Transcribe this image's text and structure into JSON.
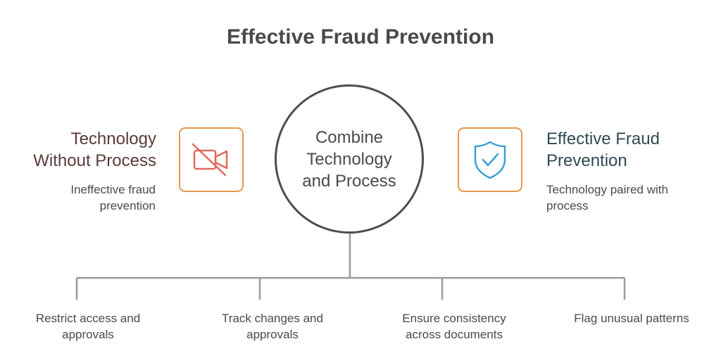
{
  "title": "Effective Fraud Prevention",
  "center": {
    "label": "Combine\nTechnology\nand Process"
  },
  "left": {
    "heading": "Technology\nWithout Process",
    "description": "Ineffective fraud\nprevention",
    "icon": "video-off-icon"
  },
  "right": {
    "heading": "Effective Fraud\nPrevention",
    "description": "Technology paired with\nprocess",
    "icon": "shield-check-icon"
  },
  "leaves": [
    {
      "label": "Restrict access and\napprovals"
    },
    {
      "label": "Track changes and\napprovals"
    },
    {
      "label": "Ensure consistency\nacross documents"
    },
    {
      "label": "Flag unusual patterns"
    }
  ],
  "colors": {
    "box_border": "#e39a49",
    "left_icon": "#e06a5c",
    "right_icon": "#3aa0d6",
    "lines": "#9a9a9a"
  }
}
